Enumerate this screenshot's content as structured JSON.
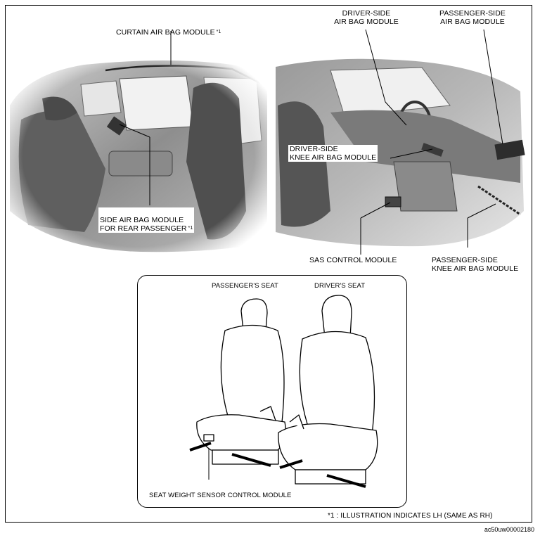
{
  "labels": {
    "curtain": "CURTAIN AIR BAG MODULE",
    "curtain_note": "*1",
    "driver_side": "DRIVER-SIDE\nAIR BAG MODULE",
    "passenger_side": "PASSENGER-SIDE\nAIR BAG MODULE",
    "driver_knee": "DRIVER-SIDE\nKNEE AIR BAG MODULE",
    "side_rear": "SIDE AIR BAG MODULE\nFOR REAR PASSENGER",
    "side_rear_note": "*1",
    "sas": "SAS CONTROL MODULE",
    "passenger_knee": "PASSENGER-SIDE\nKNEE AIR BAG MODULE",
    "passenger_seat": "PASSENGER'S SEAT",
    "driver_seat": "DRIVER'S SEAT",
    "seat_weight": "SEAT WEIGHT SENSOR CONTROL MODULE",
    "footnote": "*1 : ILLUSTRATION INDICATES LH (SAME AS RH)",
    "figure_code": "ac50uw00002180"
  },
  "colors": {
    "line": "#000000",
    "photo_dark": "#6b6b6b",
    "photo_mid": "#a8a8a8",
    "photo_light": "#d9d9d9"
  }
}
